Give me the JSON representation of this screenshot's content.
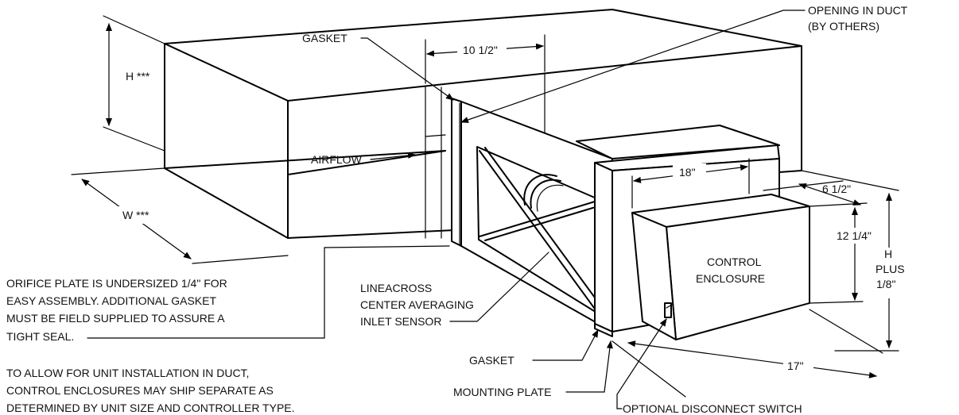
{
  "labels": {
    "opening_line1": "OPENING IN DUCT",
    "opening_line2": "(BY OTHERS)",
    "gasket_top": "GASKET",
    "dim_10_5": "10 1/2\"",
    "h_stars": "H ***",
    "w_stars": "W ***",
    "airflow": "AIRFLOW",
    "dim_18": "18\"",
    "dim_6_5": "6 1/2\"",
    "dim_12_25": "12 1/4\"",
    "h_plus_1": "H",
    "h_plus_2": "PLUS",
    "h_plus_3": "1/8\"",
    "control_line1": "CONTROL",
    "control_line2": "ENCLOSURE",
    "dim_17": "17\"",
    "lineacross_1": "LINEACROSS",
    "lineacross_2": "CENTER AVERAGING",
    "lineacross_3": "INLET SENSOR",
    "gasket_bottom": "GASKET",
    "mounting_plate": "MOUNTING PLATE",
    "optional_switch": "OPTIONAL DISCONNECT SWITCH"
  },
  "notes": {
    "orifice_1": "ORIFICE PLATE IS UNDERSIZED 1/4\" FOR",
    "orifice_2": "EASY ASSEMBLY.  ADDITIONAL GASKET",
    "orifice_3": "MUST BE FIELD SUPPLIED TO ASSURE A",
    "orifice_4": "TIGHT SEAL.",
    "allow_1": "TO ALLOW FOR UNIT INSTALLATION IN DUCT,",
    "allow_2": "CONTROL ENCLOSURES MAY SHIP SEPARATE AS",
    "allow_3": "DETERMINED BY UNIT SIZE AND CONTROLLER TYPE."
  }
}
